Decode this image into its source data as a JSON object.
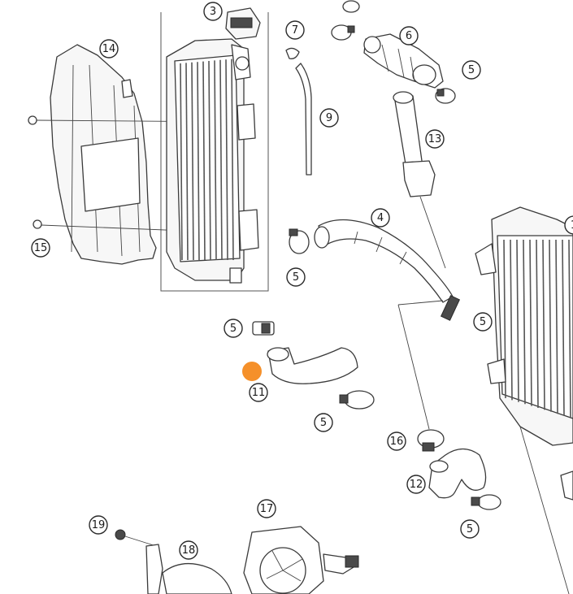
{
  "callouts": [
    {
      "id": "c3",
      "text": "3"
    },
    {
      "id": "c14",
      "text": "14"
    },
    {
      "id": "c7",
      "text": "7"
    },
    {
      "id": "c6",
      "text": "6"
    },
    {
      "id": "c5a",
      "text": "5"
    },
    {
      "id": "c9",
      "text": "9"
    },
    {
      "id": "c13",
      "text": "13"
    },
    {
      "id": "c15",
      "text": "15"
    },
    {
      "id": "c4",
      "text": "4"
    },
    {
      "id": "c5b",
      "text": "5"
    },
    {
      "id": "c5c",
      "text": "5"
    },
    {
      "id": "c5d",
      "text": "5"
    },
    {
      "id": "c11",
      "text": "11"
    },
    {
      "id": "c5e",
      "text": "5"
    },
    {
      "id": "c16",
      "text": "16"
    },
    {
      "id": "c12",
      "text": "12"
    },
    {
      "id": "c5f",
      "text": "5"
    },
    {
      "id": "c17",
      "text": "17"
    },
    {
      "id": "c19",
      "text": "19"
    },
    {
      "id": "c18",
      "text": "18"
    },
    {
      "id": "c1",
      "text": "1"
    }
  ],
  "colors": {
    "highlight_marker": "#f5902a",
    "line": "#3a3a3a",
    "background": "#ffffff"
  }
}
